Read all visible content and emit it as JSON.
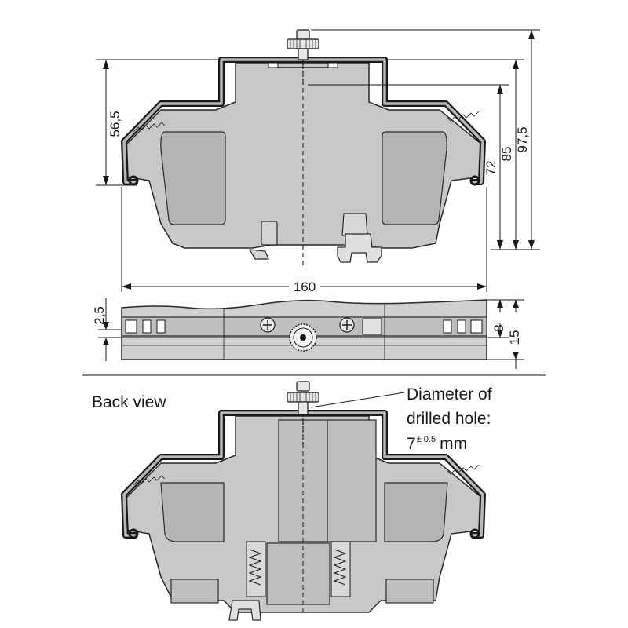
{
  "dimensions": {
    "height_56_5": "56,5",
    "height_72": "72",
    "height_85": "85",
    "height_97_5": "97,5",
    "width_160": "160",
    "offset_2_5": "2,5",
    "depth_8": "8",
    "depth_15": "15"
  },
  "labels": {
    "back_view": "Back view",
    "hole_line1": "Diameter of",
    "hole_line2": "drilled hole:",
    "hole_base": "7",
    "hole_tolerance": "± 0.5",
    "hole_unit": "mm"
  }
}
